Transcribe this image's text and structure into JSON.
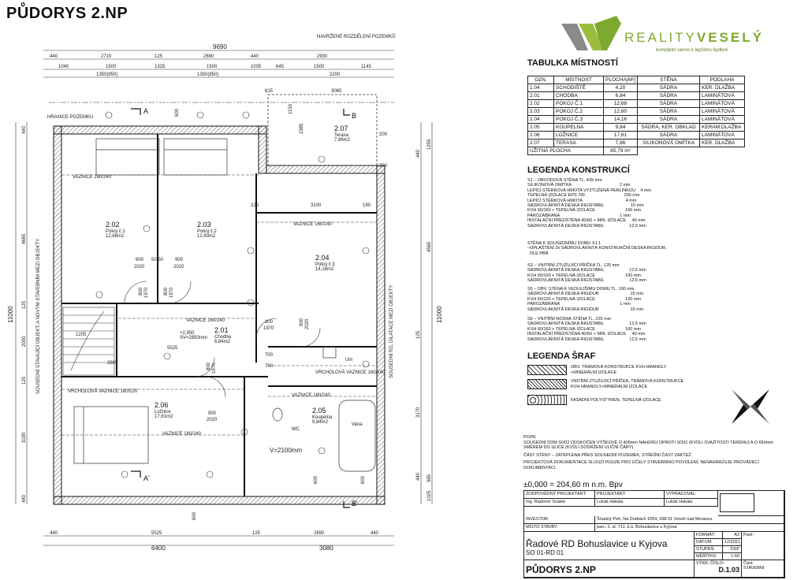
{
  "page_title": "PŮDORYS 2.NP",
  "logo": {
    "brand_a": "REALITY",
    "brand_b": "VESELÝ",
    "tagline": "kompletní servis k lepšímu bydlení"
  },
  "room_table": {
    "title": "TABULKA MÍSTNOSTÍ",
    "headers": [
      "OZN.",
      "MÍSTNOST",
      "PLOCHA[M²]",
      "STĚNA",
      "PODLAHA"
    ],
    "rows": [
      [
        "1.04",
        "SCHODIŠTĚ",
        "4,20",
        "SÁDRA",
        "KER. DLAŽBA"
      ],
      [
        "2.01",
        "CHODBA",
        "6,84",
        "SÁDRA",
        "LAMINÁTOVÁ"
      ],
      [
        "2.02",
        "POKOJ Č.1",
        "12,68",
        "SÁDRA",
        "LAMINÁTOVÁ"
      ],
      [
        "2.03",
        "POKOJ Č.2",
        "12,60",
        "SÁDRA",
        "LAMINÁTOVÁ"
      ],
      [
        "2.04",
        "POKOJ Č.3",
        "14,16",
        "SÁDRA",
        "LAMINÁTOVÁ"
      ],
      [
        "2.05",
        "KOUPELNA",
        "9,84",
        "SÁDRA, KER. OBKLAD",
        "KERAM.DLAŽBA"
      ],
      [
        "2.06",
        "LOŽNICE",
        "17,61",
        "SÁDRA",
        "LAMINÁTOVÁ"
      ],
      [
        "2.07",
        "TERASA",
        "7,86",
        "SILIKONOVÁ OMÍTKA",
        "KER. DLAŽBA"
      ]
    ],
    "total_label": "UŽITNÁ PLOCHA",
    "total_value": "85,79 m²"
  },
  "legend_construction": {
    "title": "LEGENDA KONSTRUKCÍ",
    "s1": "S1 – OBVODOVÁ STĚNA TL. 439 mm\nSILIKONOVÁ OMÍTKA                                        2 mm\nLEPÍCÍ STĚRKOVÁ HMOTA VYZTUŽENÁ PERLINKOU    4 mm\nTEPELNÁ IZOLACE EPS 70F                                200 mm\nLEPÍCÍ STĚRKOVÁ HMOTA                                    4 mm\nSÁDROVLÁKNITÁ DESKA RIGISTABIL                      15 mm\nKVH 60/160 + TEPELNÁ IZOLACE                         160 mm\nPAROZÁBRANA                                                  1 mm\nINSTALAČNÍ PŘEDSTĚNA 40/60 + MIN. IZOLACE     40 mm\nSÁDROVLÁKNITÁ DESKA RIGISTABIL                     12,5 mm",
    "s1_note": "STĚNA K SOUSEDNÍMU DOMU S1.1\n–OPLÁŠTĚNÍ 2x SÁDROVLÁKNITÁ KONSTRUKČNÍ DESKA RIGIDUR,\n  DLE PBŘ",
    "s3": "S3 – VNITŘNÍ ZTUŽUJÍCÍ PŘÍČKA TL. 125 mm\nSÁDROVLÁKNITÁ DESKA RIGISTABIL                     12,5 mm\nKVH 60/100 + TEPELNÁ IZOLACE                         100 mm\nSÁDROVLÁKNITÁ DESKA RIGISTABIL                     12,5 mm",
    "s5": "S5 – OBV. STĚNA K VEDLEJŠÍMU DOMU TL. 190 mm\nSÁDROVLÁKNITÁ DESKA RIGIDUR                          15 mm\nKVH 60/120 + TEPELNÁ IZOLACE                         120 mm\nPAROZÁBRANA                                                  1 mm\nSÁDROVLÁKNITÁ DESKA RIGIDUR                          15 mm",
    "s6": "S6 – VNITŘNÍ NOSNÁ STĚNA TL. 225 mm\nSÁDROVLÁKNITÁ DESKA RIGISTABIL                     12,5 mm\nKVH 60/160 + TEPELNÁ IZOLACE                         160 mm\nINSTALAČNÍ PŘEDSTĚNA 40/60 + MIN. IZOLACE     40 mm\nSÁDROVLÁKNITÁ DESKA RIGISTABIL                     12,5 mm"
  },
  "legend_hatch": {
    "title": "LEGENDA ŠRAF",
    "items": [
      "OBV. TRÁMOVÁ KONSTRUKCE KVH HRANOLY\n+MINERÁLNÍ IZOLACE",
      "VNITŘNÍ ZTUŽUJÍCÍ PŘÍČKA, TRÁMOVÁ KONSTRUKCE\nKVH HRANOLY+MINERÁLNÍ IZOLACE",
      "FASÁDNÍ POLYSTYREN, TEPELNÁ IZOLACE"
    ]
  },
  "notes": {
    "head": "POZN.",
    "line1": "SOUSEDNÍ DŮM SO02 ODSKOČEN VÝŠKOVĚ O 400mm NAHORU OPROTI SO01 (KVŮLI SVAŽITOSTI TERÉNU) A O 660mm SMĚREM DO ULICE (KVŮLI DODRŽENÍ ULIČNÍ ČÁRY).",
    "line2": "ČÁST STĚNY – ZATEPLENA PŘES SOUSEDNÍ POZEMEK, STŘEŠNÍ ČÁST ZAKTEŽ.",
    "line3": "PROJEKTOVÁ DOKUMENTACE SLOUŽÍ POUZE PRO ÚČELY STAVEBNÍHO POVOLENÍ, NENAHRAZUJE PROVÁDĚCÍ DOKUMENTACI."
  },
  "elevation": "±0,000 = 204,60 m n.m. Bpv",
  "title_block": {
    "resp_label": "ZODPOVĚDNÝ PROJEKTANT:",
    "resp_name": "Ing. Radomír Svatek",
    "proj_label": "PROJEKTANT:",
    "proj_name": "Lukáš Hakala",
    "drawn_label": "VYPRACOVAL:",
    "drawn_name": "Lukáš Hakala",
    "investor_label": "INVESTOR:",
    "investor": "Šťastný Petr, Na Drahách 1054, 698 01 Veselí nad Moravou",
    "site_label": "MÍSTO STAVBY:",
    "site": "parc. č. st. 711, k.ú. Bohuslavice u Kyjova",
    "project_name": "Řadové RD Bohuslavice u Kyjova",
    "project_code": "SO 01-RD 01",
    "drawing_name": "PŮDORYS 2.NP",
    "format_label": "FORMÁT:",
    "format": "A3",
    "date_label": "DATUM:",
    "date": "12/2021",
    "stage_label": "STUPEŇ:",
    "stage": "DSP",
    "scale_label": "MĚŘÍTKO:",
    "scale": "1:60",
    "sheet_label": "VÝKR. ČÍSLO:",
    "sheet": "D.1.03",
    "part_label": "Část:",
    "part": "STAVEBNÍ",
    "pare_label": "Paré:"
  },
  "plan": {
    "top_dims_row1": [
      "440",
      "2710",
      "125",
      "2690",
      "440",
      "2930"
    ],
    "top_dims_row2": [
      "1040",
      "1500",
      "1325",
      "1500",
      "1035",
      "645",
      "1500",
      "1145"
    ],
    "top_dims_row3": [
      "1350(850)",
      "1350(850)",
      "2200"
    ],
    "overall_top": "9690",
    "border_note": "NAVRŽENÉ ROZDĚLENÍ POZEMKŮ",
    "bottom_dims_row1": [
      "440",
      "5525",
      "125",
      "2690",
      "440"
    ],
    "bottom_overall": [
      "6400",
      "3080"
    ],
    "left_dims": [
      "440",
      "4685",
      "125",
      "2000",
      "125",
      "3190",
      "440"
    ],
    "left_overall": "11000",
    "right_dims": [
      "440",
      "1255",
      "4565",
      "125",
      "3170",
      "440",
      "585",
      "1025"
    ],
    "right_overall": "11000",
    "lot_border": "HRANICE POZEMKU",
    "neighbour_text": "SOUSEDNÍ RD, DILATACE MEZI OBJEKTY",
    "left_neighbour": "SOUSEDNÍ STAVAJÍCÍ OBJEKT, A NOVÝM STAVEBNÍM MEZI OBJEKTY",
    "rooms": [
      {
        "id": "2.02",
        "name": "Pokoj č.1",
        "area": "12,68m2"
      },
      {
        "id": "2.03",
        "name": "Pokoj č.2",
        "area": "12,60m2"
      },
      {
        "id": "2.04",
        "name": "Pokoj č.3",
        "area": "14,16m2"
      },
      {
        "id": "2.01",
        "name": "Chodba",
        "area": "6,84m2"
      },
      {
        "id": "2.06",
        "name": "Ložnice",
        "area": "17,61m2"
      },
      {
        "id": "2.05",
        "name": "Koupelna",
        "area": "9,84m2"
      },
      {
        "id": "2.07",
        "name": "Terasa",
        "area": "7,86m2"
      }
    ],
    "beam_a": "VAZNICE 160/240",
    "beam_b": "VRCHOLOVÁ VAZNICE 160/220",
    "beam_c": "VRCHOLOVÁ VAZNICE 160/240",
    "door_a": "900",
    "door_a2": "2020",
    "door_b": "50 50",
    "door_c": "800",
    "door_c2": "1970",
    "dim_3100": "3100",
    "dim_190": "190",
    "dim_225": "225",
    "dim_5525": "5525",
    "dim_2905": "2905",
    "dim_1205": "1205",
    "dim_615": "615",
    "dim_3065": "3065",
    "dim_1150": "1150",
    "dim_2385": "2385",
    "dim_700": "700",
    "dim_600": "600",
    "dim_200": "200",
    "stair_level": "+2,950",
    "stair_sv": "SV=2850mm",
    "wc": "WC",
    "um": "Um",
    "vana": "Vana",
    "height_note": "V=2100mm",
    "section_a": "A",
    "section_a2": "A'",
    "section_b": "B",
    "section_b2": "B'"
  }
}
